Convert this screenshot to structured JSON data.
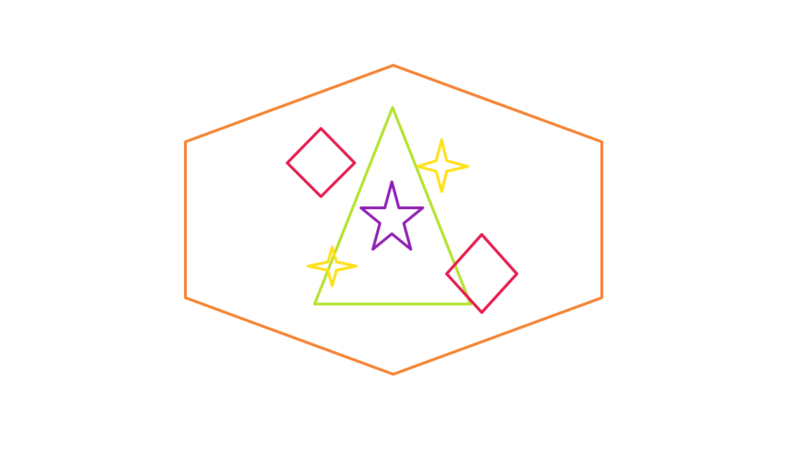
{
  "shapes": {
    "hexagon": {
      "kind": "hexagon",
      "color": "#F58231"
    },
    "triangle": {
      "kind": "triangle",
      "color": "#B4E22E"
    },
    "diamond_upper_left": {
      "kind": "diamond",
      "color": "#E6194B"
    },
    "diamond_lower_right": {
      "kind": "diamond",
      "color": "#E6194B"
    },
    "star_center": {
      "kind": "five-point-star",
      "color": "#911EB4"
    },
    "sparkle_upper_right": {
      "kind": "four-point-star",
      "color": "#FFE119"
    },
    "sparkle_lower_left": {
      "kind": "four-point-star",
      "color": "#FFE119"
    }
  }
}
